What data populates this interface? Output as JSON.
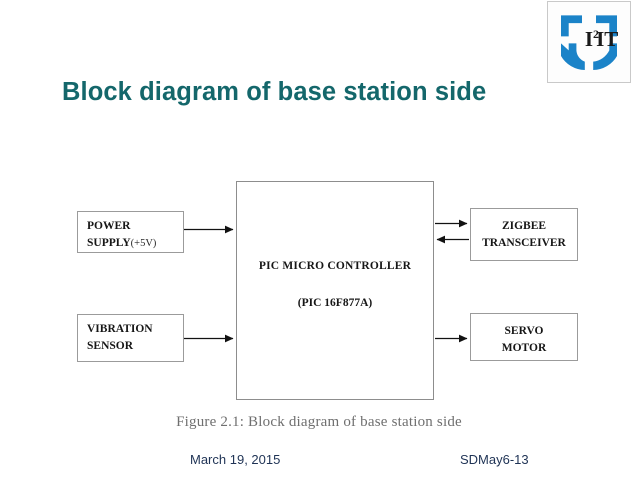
{
  "slide": {
    "title": "Block diagram of base station side",
    "title_color": "#14676b",
    "background": "#ffffff"
  },
  "logo": {
    "name": "i2it-logo",
    "text_main": "I",
    "text_sup": "2",
    "text_tail": "IT",
    "shield_color": "#1b83c8",
    "text_color": "#1a1a1a"
  },
  "diagram": {
    "caption": "Figure 2.1: Block diagram of base station side",
    "border_color": "#9b9b9b",
    "arrow_color": "#1a1a1a",
    "nodes": {
      "power_supply": {
        "line1": "POWER",
        "line2": "SUPPLY",
        "voltage": "(+5V)"
      },
      "vibration_sensor": {
        "label": "VIBRATION\nSENSOR"
      },
      "microcontroller": {
        "line1": "PIC MICRO CONTROLLER",
        "line2": "(PIC 16F877A)"
      },
      "zigbee": {
        "label": "ZIGBEE\nTRANSCEIVER"
      },
      "servo": {
        "label": "SERVO\nMOTOR"
      }
    },
    "connections": [
      {
        "from": "power_supply",
        "to": "microcontroller",
        "direction": "right"
      },
      {
        "from": "vibration_sensor",
        "to": "microcontroller",
        "direction": "right"
      },
      {
        "from": "microcontroller",
        "to": "zigbee",
        "direction": "right"
      },
      {
        "from": "zigbee",
        "to": "microcontroller",
        "direction": "left"
      },
      {
        "from": "microcontroller",
        "to": "servo",
        "direction": "right"
      }
    ]
  },
  "footer": {
    "date": "March 19, 2015",
    "team": "SDMay6-13",
    "color": "#1f3355"
  }
}
